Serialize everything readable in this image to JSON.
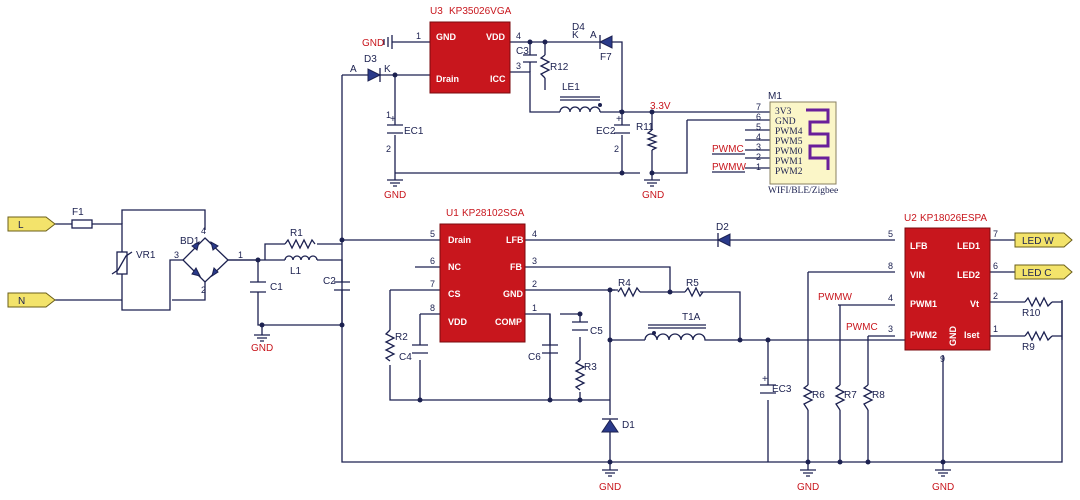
{
  "chips": {
    "u3": {
      "ref": "U3",
      "part": "KP35026VGA",
      "pins": [
        "GND",
        "VDD",
        "Drain",
        "ICC"
      ]
    },
    "u1": {
      "ref": "U1",
      "part": "KP28102SGA",
      "pins": [
        "Drain",
        "LFB",
        "NC",
        "FB",
        "CS",
        "GND",
        "VDD",
        "COMP"
      ]
    },
    "u2": {
      "ref": "U2",
      "part": "KP18026ESPA",
      "pins": [
        "LFB",
        "LED1",
        "VIN",
        "LED2",
        "PWM1",
        "Vt",
        "PWM2",
        "Iset",
        "GND"
      ]
    }
  },
  "module": {
    "ref": "M1",
    "caption": "WIFI/BLE/Zigbee",
    "pins": [
      "3V3",
      "GND",
      "PWM4",
      "PWM5",
      "PWM0",
      "PWM1",
      "PWM2"
    ]
  },
  "connectors": {
    "l": "L",
    "n": "N",
    "led_w": "LED W",
    "led_c": "LED C"
  },
  "nets": {
    "gnd": "GND",
    "v33": "3.3V",
    "pwmc": "PWMC",
    "pwmw": "PWMW"
  },
  "refs": {
    "F1": "F1",
    "VR1": "VR1",
    "BD1": "BD1",
    "R1": "R1",
    "L1": "L1",
    "C1": "C1",
    "C2": "C2",
    "D3": "D3",
    "EC1": "EC1",
    "C3": "C3",
    "R12": "R12",
    "D4": "D4",
    "F7": "F7",
    "LE1": "LE1",
    "EC2": "EC2",
    "R11": "R11",
    "D2": "D2",
    "R2": "R2",
    "C4": "C4",
    "C5": "C5",
    "C6": "C6",
    "R3": "R3",
    "R4": "R4",
    "R5": "R5",
    "T1A": "T1A",
    "D1": "D1",
    "EC3": "EC3",
    "R6": "R6",
    "R7": "R7",
    "R8": "R8",
    "R9": "R9",
    "R10": "R10"
  },
  "diode_terminals": {
    "a": "A",
    "k": "K"
  }
}
